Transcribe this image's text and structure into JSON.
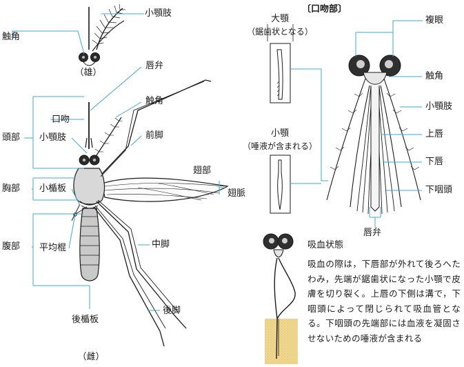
{
  "male_inset": {
    "maxillary_palp": "小顎肢",
    "antenna": "触角",
    "caption": "（雄）"
  },
  "female": {
    "labrum": "唇弁",
    "antenna": "触角",
    "proboscis": "口吻",
    "head": "頭部",
    "maxillary_palp": "小顎肢",
    "foreleg": "前脚",
    "wing": "翅部",
    "wing_vein": "翅脈",
    "thorax": "胸部",
    "scutellum": "小楯板",
    "abdomen": "腹部",
    "haltere": "平均棍",
    "midleg": "中脚",
    "hindleg": "後脚",
    "postscutellum": "後楯板",
    "caption": "（雌）"
  },
  "mouthparts": {
    "title": "〔口吻部〕",
    "mandible": "大顎",
    "mandible_note": "（鋸歯状となる）",
    "maxilla": "小顎",
    "maxilla_note": "（唾液が含まれる）",
    "compound_eye": "複眼",
    "antenna": "触角",
    "maxillary_palp": "小顎肢",
    "labrum": "上唇",
    "labium": "下唇",
    "hypopharynx": "下咽頭",
    "labellum": "唇弁"
  },
  "feeding": {
    "title": "吸血状態",
    "text": "吸血の際は，下唇部が外れて後ろへたわみ，先端が鋸歯状になった小顎で皮膚を切り裂く。上唇の下側は溝で，下咽頭によって閉じられて吸血管となる。下咽頭の先端部には血液を凝固させないための唾液が含まれる"
  },
  "colors": {
    "leader_line": "#3fa7d6",
    "outline": "#1a1a1a",
    "skin": "#f0d890"
  }
}
